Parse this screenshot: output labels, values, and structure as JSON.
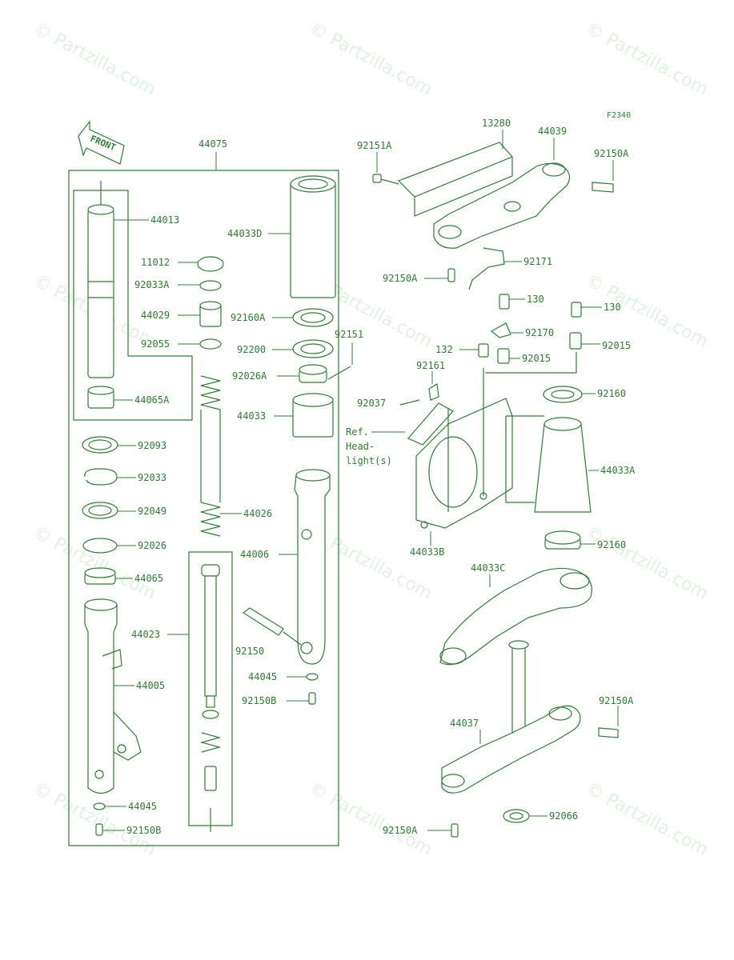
{
  "figure_code": "F2340",
  "front_label": "FRONT",
  "watermark_text": "© Partzilla.com",
  "colors": {
    "ink": "#2e7d32",
    "watermark": "#c8e6c9",
    "background": "#ffffff"
  },
  "parts": {
    "p44075": "44075",
    "p44013": "44013",
    "p11012": "11012",
    "p92033A": "92033A",
    "p44029": "44029",
    "p92055": "92055",
    "p44065A": "44065A",
    "p92093": "92093",
    "p92033": "92033",
    "p92049": "92049",
    "p92026": "92026",
    "p44065": "44065",
    "p44023": "44023",
    "p44005": "44005",
    "p44045_a": "44045",
    "p92150B_a": "92150B",
    "p44033D": "44033D",
    "p92160A": "92160A",
    "p92200": "92200",
    "p92026A": "92026A",
    "p44033": "44033",
    "p92151": "92151",
    "p44026": "44026",
    "p44006": "44006",
    "p92150": "92150",
    "p44045_b": "44045",
    "p92150B_b": "92150B",
    "p92151A": "92151A",
    "p13280": "13280",
    "p44039": "44039",
    "p92150A_a": "92150A",
    "p92171": "92171",
    "p92150A_b": "92150A",
    "p130_a": "130",
    "p130_b": "130",
    "p92170": "92170",
    "p132": "132",
    "p92015_a": "92015",
    "p92015_b": "92015",
    "p92161": "92161",
    "p92037": "92037",
    "p92160_a": "92160",
    "ref_line1": "Ref.",
    "ref_line2": "Head-",
    "ref_line3": "light(s)",
    "p44033A": "44033A",
    "p44033B": "44033B",
    "p92160_b": "92160",
    "p44033C": "44033C",
    "p92150A_c": "92150A",
    "p44037": "44037",
    "p92150A_d": "92150A",
    "p92066": "92066"
  }
}
